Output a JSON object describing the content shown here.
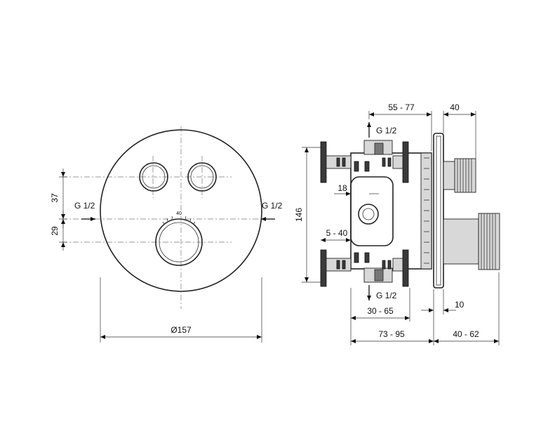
{
  "front_view": {
    "diameter_label": "Ø157",
    "dim_upper": "37",
    "dim_lower": "29",
    "inlet_left": "G 1/2",
    "inlet_right": "G 1/2",
    "dial_mark": "40"
  },
  "side_view": {
    "outlet_top": "G 1/2",
    "outlet_bottom": "G 1/2",
    "dim_55_77": "55 - 77",
    "dim_40_top": "40",
    "dim_18": "18",
    "dim_146": "146",
    "dim_5_40": "5 - 40",
    "dim_30_65": "30 - 65",
    "dim_10": "10",
    "dim_73_95": "73 - 95",
    "dim_40_62": "40 - 62"
  }
}
